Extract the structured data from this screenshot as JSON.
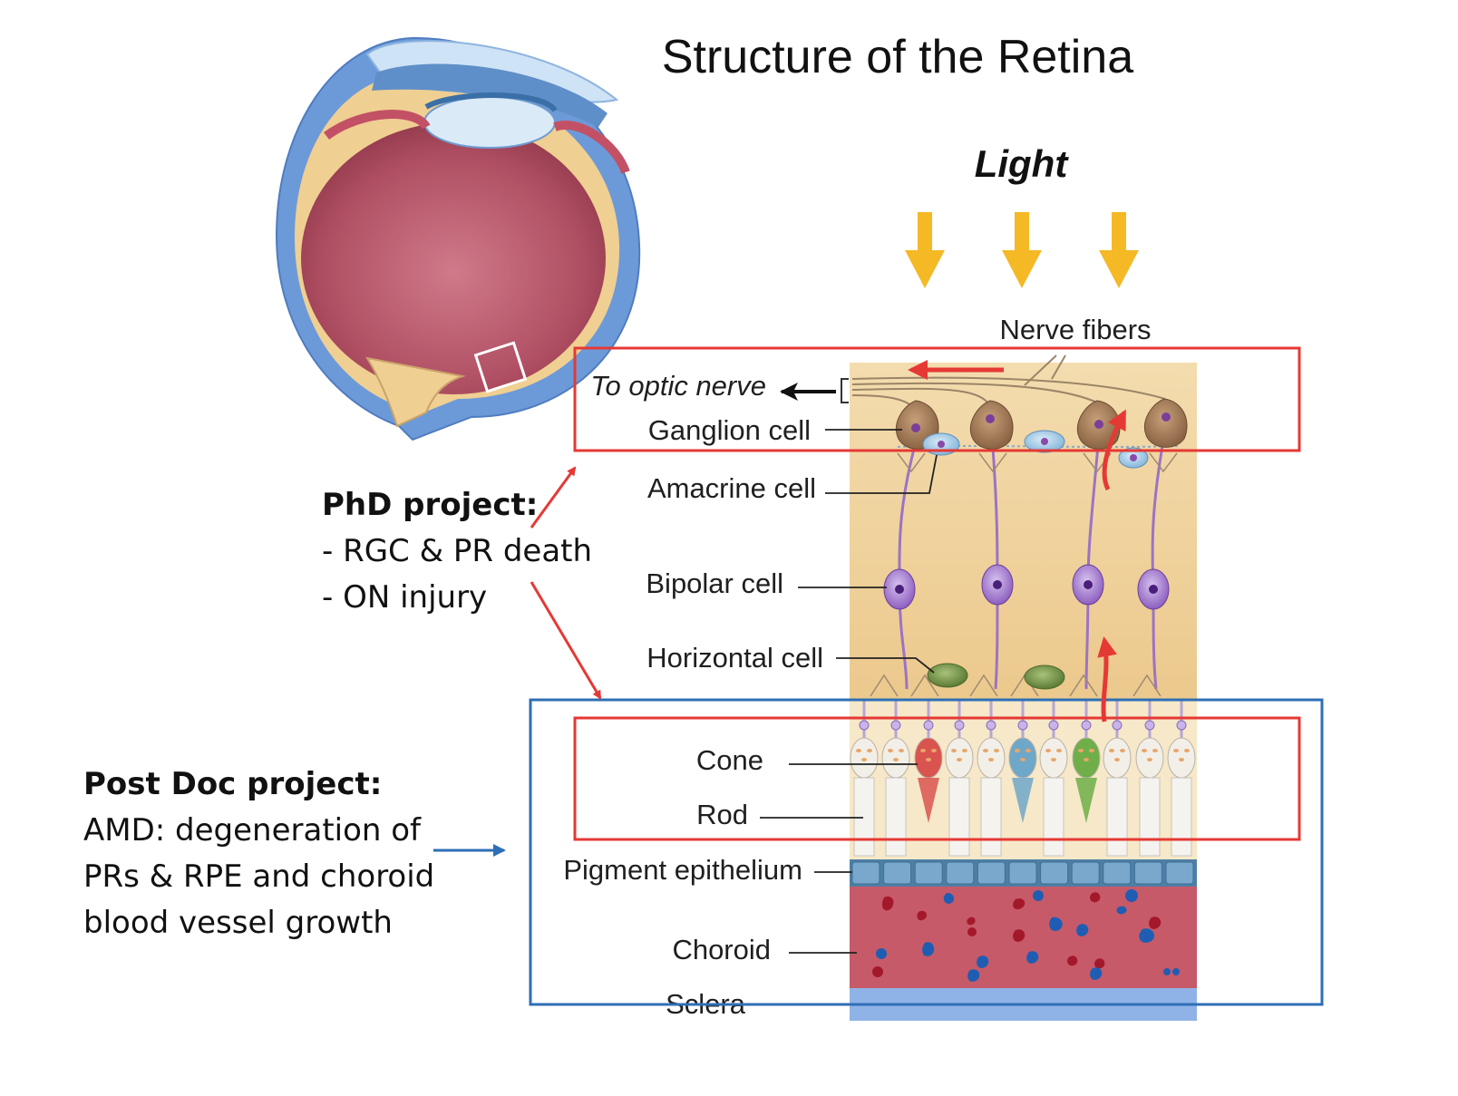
{
  "title": "Structure of the Retina",
  "light_label": "Light",
  "labels": {
    "nerve_fibers": "Nerve fibers",
    "optic_nerve": "To optic nerve",
    "ganglion": "Ganglion cell",
    "amacrine": "Amacrine cell",
    "bipolar": "Bipolar cell",
    "horizontal": "Horizontal cell",
    "cone": "Cone",
    "rod": "Rod",
    "pigment": "Pigment epithelium",
    "choroid": "Choroid",
    "sclera": "Sclera"
  },
  "phd": {
    "heading": "PhD project:",
    "lines": [
      "- RGC & PR death",
      "- ON injury"
    ]
  },
  "postdoc": {
    "heading": "Post Doc project:",
    "lines": [
      "AMD: degeneration of",
      "PRs & RPE and choroid",
      "blood vessel growth"
    ]
  },
  "colors": {
    "highlight_red": "#e53935",
    "highlight_blue": "#2f6fb5",
    "light_arrow": "#f5b926",
    "retina_bg": "#efd29a",
    "choroid": "#c75a68",
    "sclera": "#8fb3e6"
  }
}
